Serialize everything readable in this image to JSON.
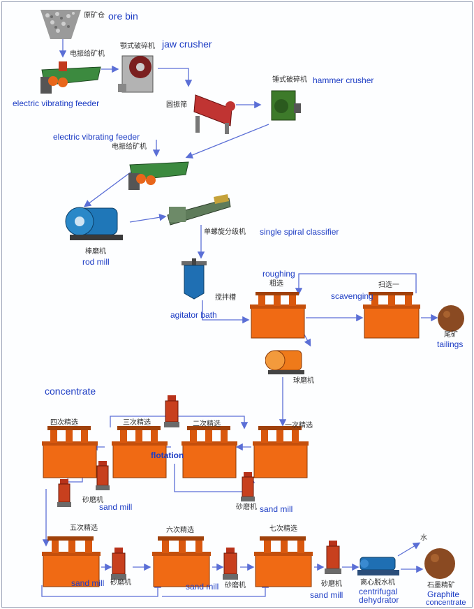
{
  "labels": {
    "ore_bin_cn": "原矿仓",
    "ore_bin_en": "ore bin",
    "jaw_crusher_cn": "颚式破碎机",
    "jaw_crusher_en": "jaw crusher",
    "feeder1_cn": "电振给矿机",
    "feeder1_en": "electric vibrating feeder",
    "screen_cn": "圆振筛",
    "hammer_crusher_cn": "锤式破碎机",
    "hammer_crusher_en": "hammer crusher",
    "feeder2_en": "electric vibrating feeder",
    "feeder2_cn": "电振给矿机",
    "classifier_cn": "单螺旋分级机",
    "classifier_en": "single spiral classifier",
    "rod_mill_cn": "棒磨机",
    "rod_mill_en": "rod mill",
    "agitator_cn": "搅拌槽",
    "agitator_en": "agitator bath",
    "roughing_en": "roughing",
    "roughing_cn": "粗选",
    "scavenging_cn": "扫选一",
    "scavenging_en": "scavenging",
    "tailings_cn": "尾矿",
    "tailings_en": "tailings",
    "ball_mill_cn": "球磨机",
    "concentrate_en": "concentrate",
    "clean4_cn": "四次精选",
    "clean3_cn": "三次精选",
    "clean2_cn": "二次精选",
    "clean1_cn": "一次精选",
    "flotation_en": "flotation",
    "sandmill_a_cn": "砂磨机",
    "sandmill_a_en": "sand mill",
    "sandmill_b_cn": "砂磨机",
    "sandmill_b_en": "sand mill",
    "clean5_cn": "五次精选",
    "clean6_cn": "六次精选",
    "clean7_cn": "七次精选",
    "sandmill_c_en": "sand mill",
    "sandmill_c_cn": "砂磨机",
    "sandmill_d_en": "sand mill",
    "sandmill_d_cn": "砂磨机",
    "sandmill_e_cn": "砂磨机",
    "sandmill_e_en": "sand mill",
    "dehydrator_cn": "离心脱水机",
    "dehydrator_en1": "centrifugal",
    "dehydrator_en2": "dehydrator",
    "water_cn": "水",
    "graphite_cn": "石墨精矿",
    "graphite_en1": "Graphite",
    "graphite_en2": "concentrate"
  },
  "colors": {
    "arrow": "#5b6fd6",
    "text_en": "#1c3cc4",
    "cell_orange": "#f06a14",
    "machine_green": "#2f7a3a",
    "machine_blue": "#1f6fb3",
    "tailings_brown": "#8a4a22"
  }
}
